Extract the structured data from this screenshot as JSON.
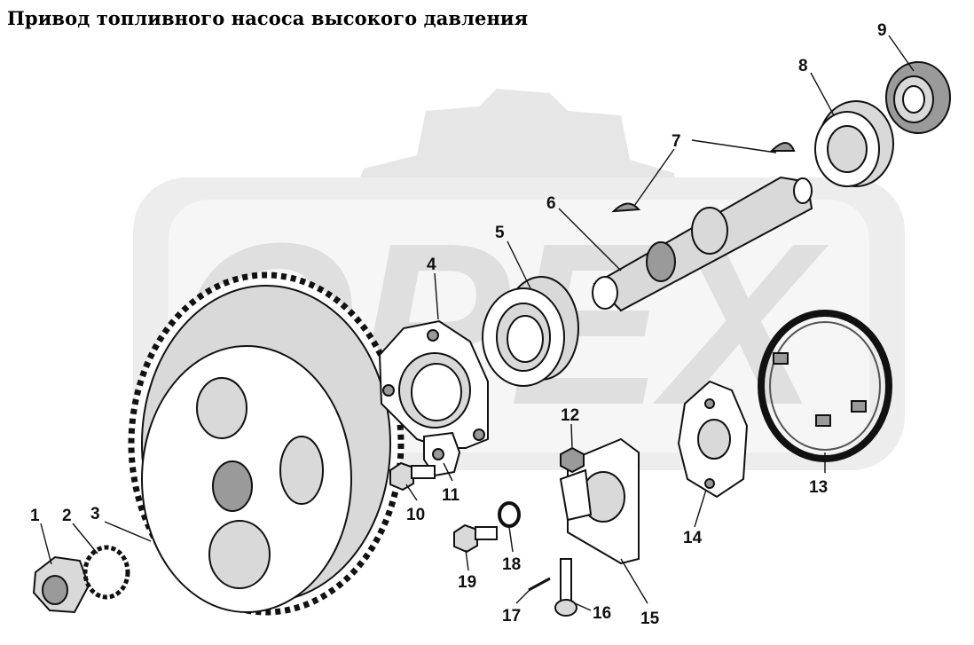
{
  "title": "Привод топливного насоса высокого давления",
  "callouts": [
    "1",
    "2",
    "3",
    "4",
    "5",
    "6",
    "7",
    "8",
    "9",
    "10",
    "11",
    "12",
    "13",
    "14",
    "15",
    "16",
    "17",
    "18",
    "19"
  ],
  "colors": {
    "ink": "#111111",
    "watermark": "#dddddd",
    "background": "#ffffff"
  }
}
